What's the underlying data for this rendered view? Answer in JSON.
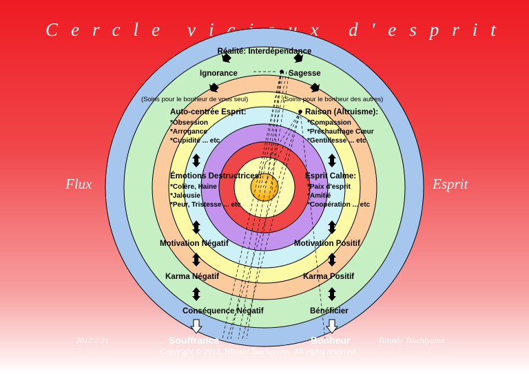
{
  "header": {
    "title_left": "Cercle",
    "title_mid": "vicieux",
    "title_right": "d'esprit"
  },
  "sides": {
    "left": "Flux",
    "right": "Esprit"
  },
  "footer": {
    "date": "2012.2.21",
    "author": "Hitoshi Tsuchiyama",
    "copyright": "Copyright © 2012, Hitoshi Tsuchiyama. All rights reserved.",
    "left_outcome": "Souffrance",
    "right_outcome": "Bonheur"
  },
  "diagram": {
    "top": "Réalité: Interdépendance",
    "ignorance": "Ignorance",
    "sagesse": "Sagesse",
    "soins_left": "(Soins pour le bonheur de vous seul)",
    "soins_right": "(Soins pour le bonheur des autres)",
    "left_blocks": [
      {
        "title": "Auto-centrée Esprit:",
        "items": [
          "*Obsession",
          "*Arrogance",
          "*Cupidité ... etc"
        ]
      },
      {
        "title": "Émotions Destructrices:",
        "items": [
          "*Colère, Haine",
          "*Jalousie",
          "*Peur, Tristesse ... etc"
        ]
      }
    ],
    "right_blocks": [
      {
        "title": "Raison (Altruisme):",
        "items": [
          "*Compassion",
          "*Préchauffage Cœur",
          "*Gentillesse ... etc"
        ]
      },
      {
        "title": "Esprit Calme:",
        "items": [
          "*Paix d'esprit",
          "*Amitié",
          "*Coopération ... etc"
        ]
      }
    ],
    "motivation_left": "Motivation Négatif",
    "motivation_right": "Motivation Positif",
    "karma_left": "Karma Négatif",
    "karma_right": "Karma Positif",
    "consequence_left": "Conséquence Négatif",
    "consequence_right": "Bénéficier"
  },
  "colors": {
    "ring_blue": "#a7c6ee",
    "ring_green": "#c6efc4",
    "ring_peach": "#fbcb9e",
    "ring_yellow": "#fdfaa5",
    "ring_cyan": "#cdf1f7",
    "ring_purple": "#c294ee",
    "ring_red": "#ef4747",
    "ring_lightyellow": "#fdfbb3",
    "center": "#fbbf12"
  }
}
